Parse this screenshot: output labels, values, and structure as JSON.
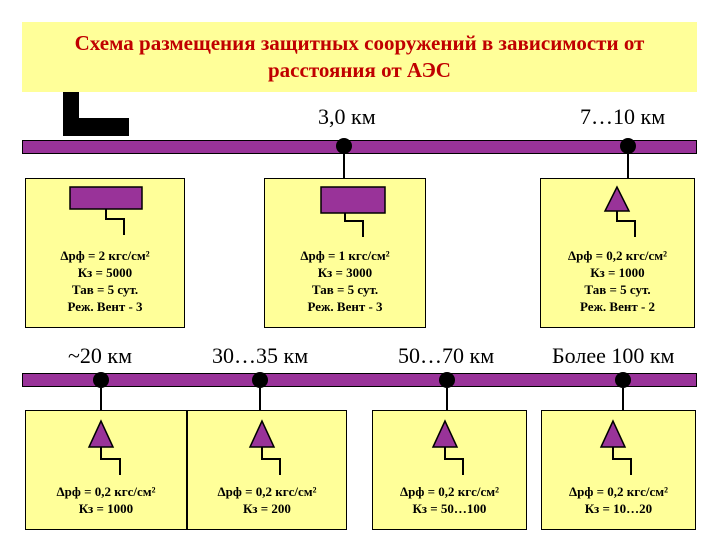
{
  "title": "Схема размещения защитных сооружений в зависимости от расстояния от АЭС",
  "colors": {
    "rail": "#993399",
    "box": "#ffff99",
    "title_bg": "#ffff99",
    "title_text": "#c00000"
  },
  "top_row": {
    "distances": [
      "3,0 км",
      "7…10 км"
    ],
    "shelters": [
      {
        "icon": "rectangle-shelter-icon",
        "lines": [
          "Δpф = 2 кгс/см²",
          "Кз = 5000",
          "Тав = 5 сут.",
          "Реж. Вент - 3"
        ]
      },
      {
        "icon": "rectangle-shelter-icon",
        "lines": [
          "Δpф = 1 кгс/см²",
          "Кз = 3000",
          "Тав = 5 сут.",
          "Реж. Вент - 3"
        ]
      },
      {
        "icon": "triangle-shelter-icon",
        "lines": [
          "Δpф = 0,2 кгс/см²",
          "Кз = 1000",
          "Тав = 5 сут.",
          "Реж. Вент - 2"
        ]
      }
    ]
  },
  "bottom_row": {
    "distances": [
      "~20 км",
      "30…35 км",
      "50…70 км",
      "Более 100 км"
    ],
    "shelters": [
      {
        "icon": "triangle-shelter-icon",
        "lines": [
          "Δpф = 0,2 кгс/см²",
          "Кз = 1000"
        ]
      },
      {
        "icon": "triangle-shelter-icon",
        "lines": [
          "Δpф = 0,2 кгс/см²",
          "Кз = 200"
        ]
      },
      {
        "icon": "triangle-shelter-icon",
        "lines": [
          "Δpф = 0,2 кгс/см²",
          "Кз = 50…100"
        ]
      },
      {
        "icon": "triangle-shelter-icon",
        "lines": [
          "Δpф = 0,2 кгс/см²",
          "Кз = 10…20"
        ]
      }
    ]
  }
}
